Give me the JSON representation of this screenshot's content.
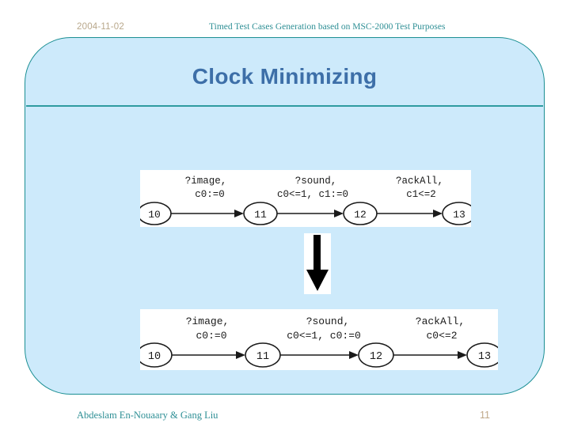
{
  "header": {
    "date": "2004-11-02",
    "running_title": "Timed Test Cases Generation based on MSC-2000 Test Purposes"
  },
  "slide": {
    "title": "Clock Minimizing",
    "panel_color": "#cdeafb",
    "panel_border_color": "#1b8f93",
    "title_color": "#3d6fa8",
    "divider_color": "#2e9ba0"
  },
  "figures": {
    "before": {
      "caption": "timed-automaton-before-minimizing",
      "states": [
        "10",
        "11",
        "12",
        "13"
      ],
      "transitions": [
        {
          "from": "10",
          "to": "11",
          "event": "?image,",
          "constraint": "c0:=0"
        },
        {
          "from": "11",
          "to": "12",
          "event": "?sound,",
          "constraint": "c0<=1,  c1:=0"
        },
        {
          "from": "12",
          "to": "13",
          "event": "?ackAll,",
          "constraint": "c1<=2"
        }
      ]
    },
    "after": {
      "caption": "timed-automaton-after-minimizing",
      "states": [
        "10",
        "11",
        "12",
        "13"
      ],
      "transitions": [
        {
          "from": "10",
          "to": "11",
          "event": "?image,",
          "constraint": "c0:=0"
        },
        {
          "from": "11",
          "to": "12",
          "event": "?sound,",
          "constraint": "c0<=1,  c0:=0"
        },
        {
          "from": "12",
          "to": "13",
          "event": "?ackAll,",
          "constraint": "c0<=2"
        }
      ]
    }
  },
  "arrow": {
    "direction": "down",
    "color": "#000000"
  },
  "footer": {
    "authors": "Abdeslam En-Nouaary & Gang Liu",
    "page_number": "11",
    "author_color": "#2e8f95",
    "page_color": "#c0a98a"
  }
}
